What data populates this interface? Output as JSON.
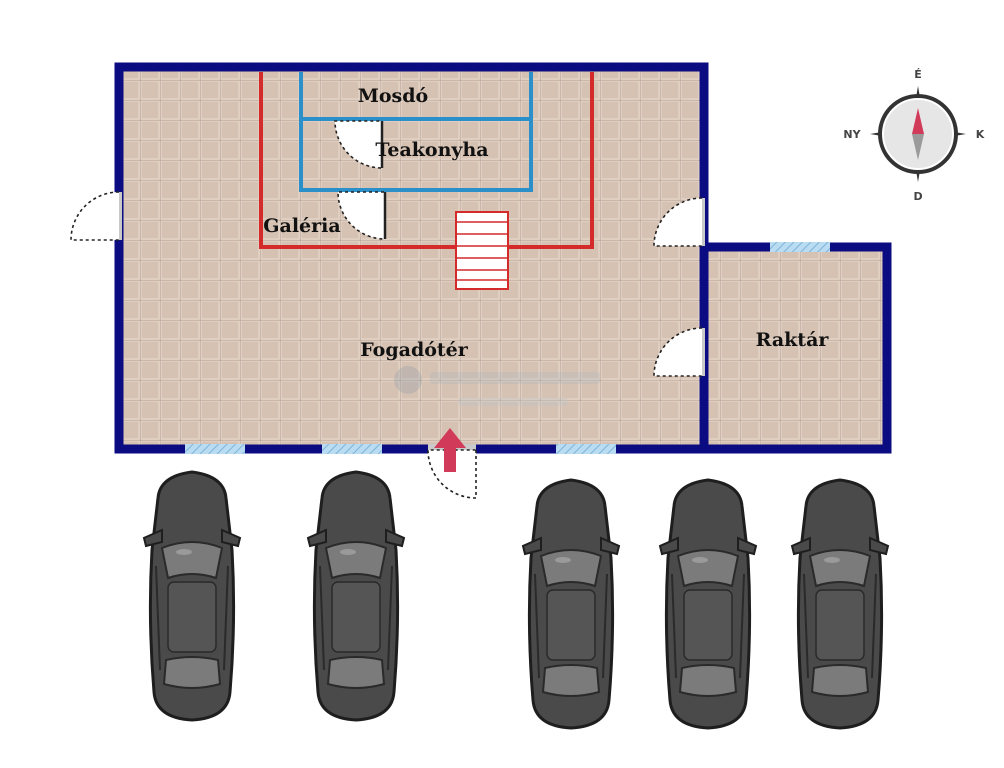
{
  "rooms": {
    "mosdo": "Mosdó",
    "teakonyha": "Teakonyha",
    "galeria": "Galéria",
    "fogadoter": "Fogadótér",
    "raktar": "Raktár"
  },
  "compass": {
    "north": "É",
    "south": "D",
    "east": "K",
    "west": "NY"
  },
  "cars": {
    "count": 5
  },
  "colors": {
    "wall": "#0b0b82",
    "tile": "#d9c7b8",
    "tile_grout": "#b8a496",
    "gallery_outline": "#d42a2a",
    "teakonyha_outline": "#2b8fc9",
    "window": "#9ec9e8",
    "entrance_arrow": "#d23a5a",
    "car_body": "#4a4a4a",
    "car_glass": "#7b7b7b"
  },
  "icons": {
    "compass": "compass-rose-icon",
    "entrance": "entrance-arrow-icon",
    "car": "car-top-view-icon"
  }
}
